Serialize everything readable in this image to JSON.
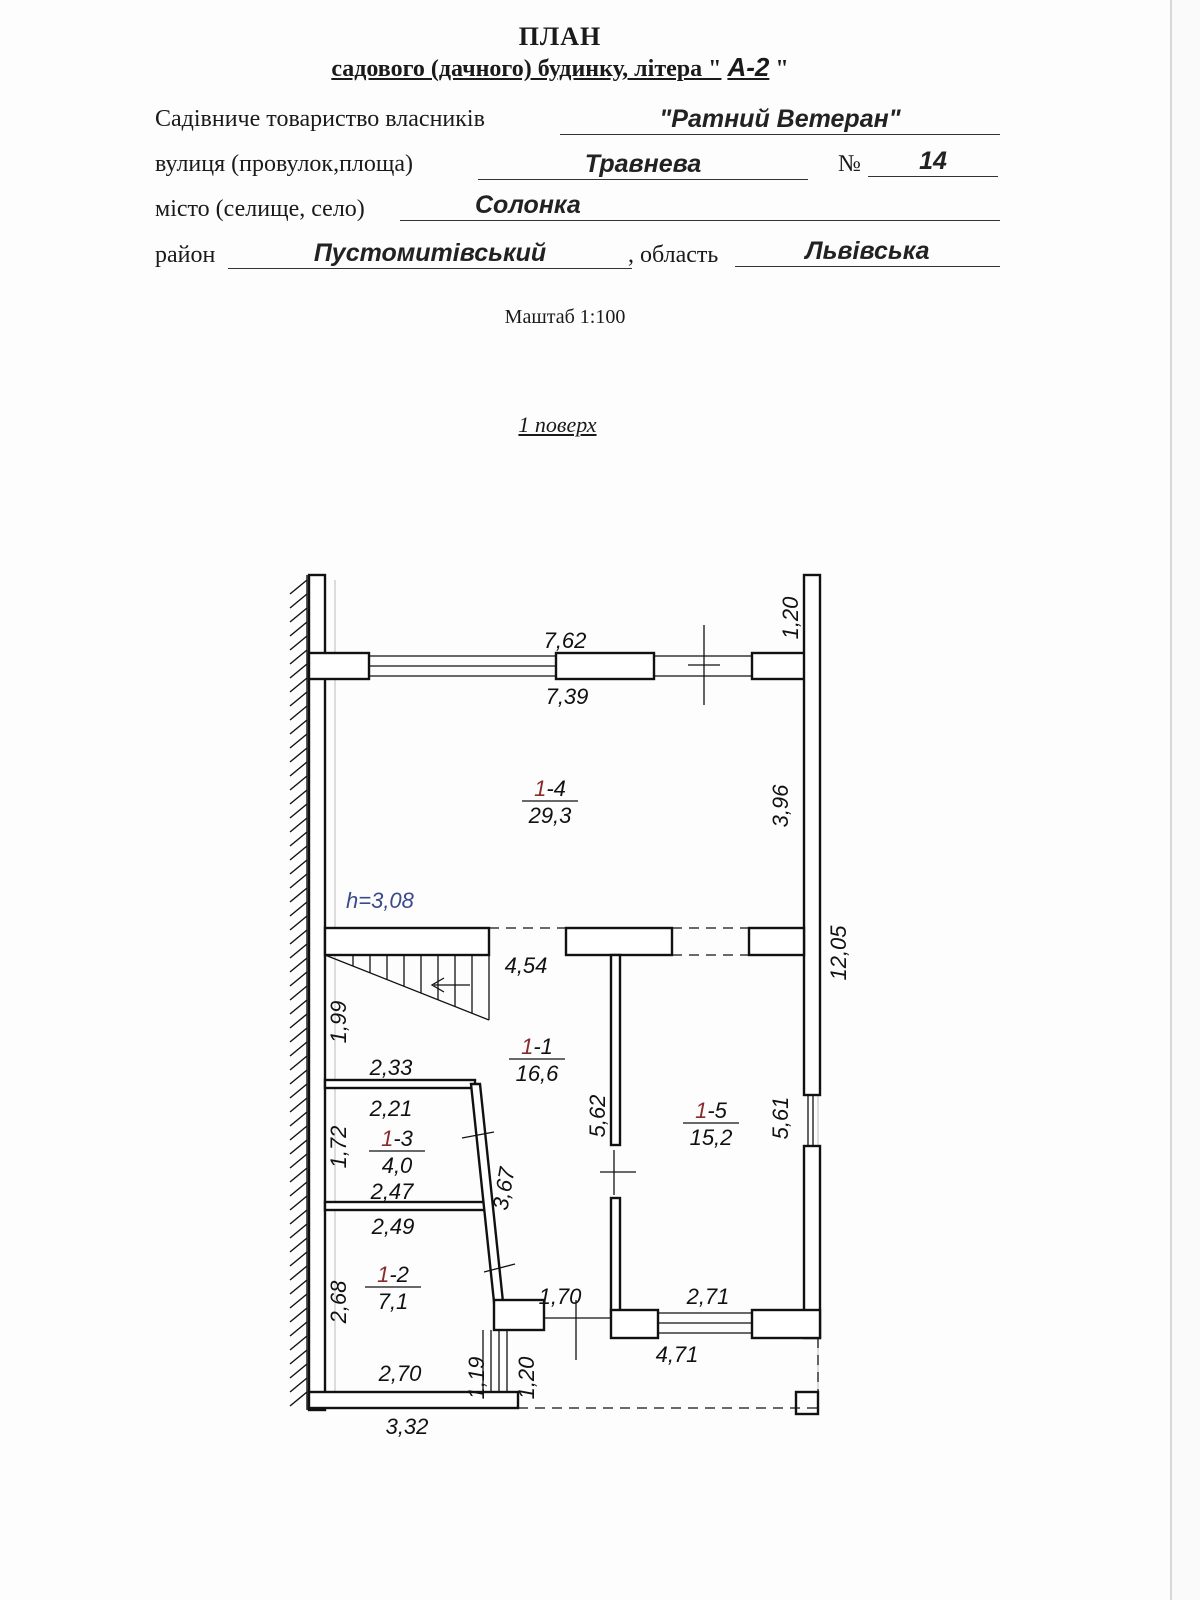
{
  "header": {
    "title": "ПЛАН",
    "subtitle_prefix": "садового (дачного) будинку, літера \"",
    "litera": "А-2",
    "subtitle_suffix": "\""
  },
  "fields": {
    "society_label": "Садівниче товариство власників",
    "society_value": "\"Ратний Ветеран\"",
    "street_label": "вулиця (провулок,площа)",
    "street_value": "Травнева",
    "number_label": "№",
    "number_value": "14",
    "city_label": "місто (селище, село)",
    "city_value": "Солонка",
    "district_label": "район",
    "district_value": "Пустомитівський",
    "region_label": ", область",
    "region_value": "Львівська"
  },
  "scale": "Маштаб 1:100",
  "floor_label": "1 поверх",
  "rooms": [
    {
      "id": "1-4",
      "area": "29,3"
    },
    {
      "id": "1-1",
      "area": "16,6"
    },
    {
      "id": "1-5",
      "area": "15,2"
    },
    {
      "id": "1-3",
      "area": "4,0"
    },
    {
      "id": "1-2",
      "area": "7,1"
    }
  ],
  "height_label": "h=3,08",
  "dimensions": {
    "d762": "7,62",
    "d739": "7,39",
    "d120a": "1,20",
    "d396": "3,96",
    "d1205": "12,05",
    "d454": "4,54",
    "d199": "1,99",
    "d233": "2,33",
    "d562": "5,62",
    "d561": "5,61",
    "d221": "2,21",
    "d172": "1,72",
    "d247": "2,47",
    "d367": "3,67",
    "d249": "2,49",
    "d268": "2,68",
    "d170": "1,70",
    "d271": "2,71",
    "d471": "4,71",
    "d119": "1,19",
    "d120b": "1,20",
    "d270": "2,70",
    "d332": "3,32"
  }
}
